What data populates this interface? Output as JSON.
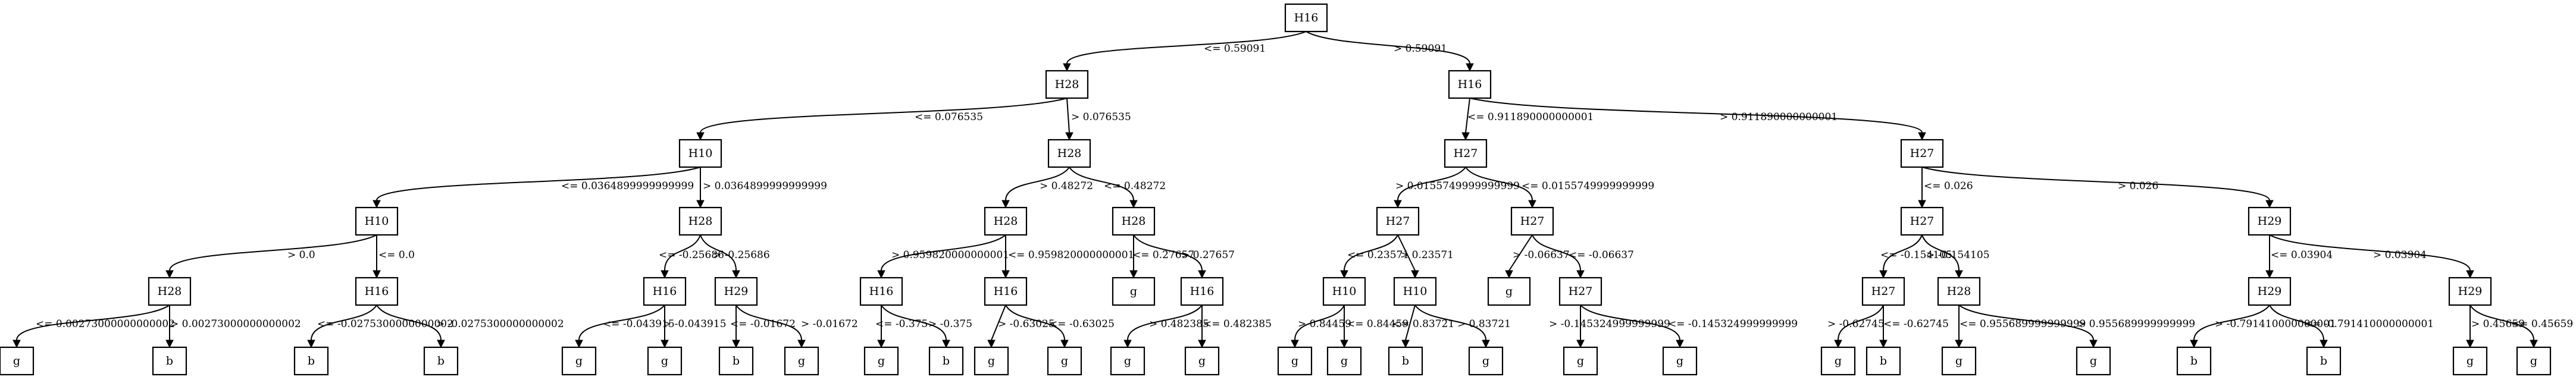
{
  "nodes": {
    "n1": "H16",
    "n2": "H28",
    "n3": "H16",
    "n4": "H10",
    "n5": "H28",
    "n6": "H27",
    "n7": "H27",
    "n8": "H10",
    "n9": "H28",
    "n10": "H28",
    "n11": "H28",
    "n12": "H27",
    "n13": "H27",
    "n14": "H27",
    "n15": "H29",
    "n16": "H28",
    "n17": "H16",
    "n18": "H16",
    "n19": "H29",
    "n20": "H16",
    "n21": "H16",
    "n22": "g",
    "n23": "H16",
    "n24": "H10",
    "n25": "H10",
    "n26": "g",
    "n27": "H27",
    "n28": "H27",
    "n29": "H28",
    "n30": "H29",
    "n31": "H29",
    "l1": "g",
    "l2": "b",
    "l3": "b",
    "l4": "b",
    "l5": "g",
    "l6": "g",
    "l7": "b",
    "l8": "g",
    "l9": "g",
    "l10": "b",
    "l11": "g",
    "l12": "g",
    "l13": "g",
    "l14": "g",
    "l15": "g",
    "l16": "g",
    "l17": "b",
    "l18": "g",
    "l19": "g",
    "l20": "g",
    "l21": "g",
    "l22": "b",
    "l23": "g",
    "l24": "g",
    "l25": "b",
    "l26": "b",
    "l27": "g",
    "l28": "g"
  },
  "edges": {
    "e1": "<= 0.59091",
    "e2": "> 0.59091",
    "e3": "<= 0.076535",
    "e4": "> 0.076535",
    "e5": "<= 0.911890000000001",
    "e6": "> 0.911890000000001",
    "e7": "<= 0.0364899999999999",
    "e8": "> 0.0364899999999999",
    "e9": "> 0.48272",
    "e10": "<= 0.48272",
    "e11": "> 0.0155749999999999",
    "e12": "<= 0.0155749999999999",
    "e13": "<= 0.026",
    "e14": "> 0.026",
    "e15": "> 0.0",
    "e16": "<= 0.0",
    "e17": "<= -0.25686",
    "e18": "> -0.25686",
    "e19": "> 0.959820000000001",
    "e20": "<= 0.959820000000001",
    "e21": "<= 0.27657",
    "e22": "> 0.27657",
    "e23": "<= 0.23571",
    "e24": "> 0.23571",
    "e25": "> -0.06637",
    "e26": "<= -0.06637",
    "e27": "<= -0.154105",
    "e28": "> -0.154105",
    "e29": "<= 0.03904",
    "e30": "> 0.03904",
    "e31": "<= 0.00273000000000002",
    "e32": "> 0.00273000000000002",
    "e33": "<= -0.0275300000000002",
    "e34": "> -0.0275300000000002",
    "e35": "<= -0.043915",
    "e36": "> -0.043915",
    "e37": "<= -0.01672",
    "e38": "> -0.01672",
    "e39": "<= -0.375",
    "e40": "> -0.375",
    "e41": "> -0.63025",
    "e42": "<= -0.63025",
    "e43": "> 0.482385",
    "e44": "<= 0.482385",
    "e45": "> 0.84459",
    "e46": "<= 0.84459",
    "e47": "<= 0.83721",
    "e48": "> 0.83721",
    "e49": "> -0.145324999999999",
    "e50": "<= -0.145324999999999",
    "e51": "> -0.62745",
    "e52": "<= -0.62745",
    "e53": "<= 0.955689999999999",
    "e54": "> 0.955689999999999",
    "e55": "> -0.791410000000001",
    "e56": "<= -0.791410000000001",
    "e57": "> 0.45659",
    "e58": "<= 0.45659"
  }
}
